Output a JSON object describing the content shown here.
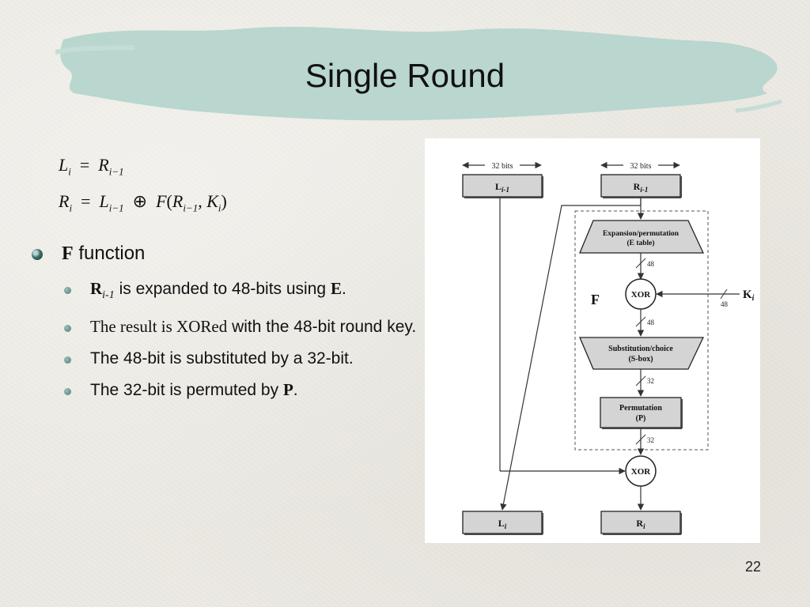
{
  "slide": {
    "title": "Single Round",
    "page_number": "22",
    "equations": [
      {
        "lhs": "L",
        "lhs_sub": "i",
        "parts": [
          "R",
          "i−1"
        ]
      },
      {
        "lhs": "R",
        "lhs_sub": "i",
        "parts": [
          "L",
          "i−1",
          "F",
          "R",
          "i−1",
          "K",
          "i"
        ]
      }
    ],
    "main_bullet": {
      "bold": "F",
      "text": "function"
    },
    "sub_bullets": {
      "b1": {
        "bold": "R",
        "sub": "i-1",
        "text": "is expanded to 48-bits using",
        "bold2": "E",
        "end": "."
      },
      "b2": {
        "serif_text": "The result is XORed",
        "text": "with the 48-bit round key."
      },
      "b3": {
        "text": "The 48-bit is substituted by a 32-bit."
      },
      "b4": {
        "text": "The 32-bit is permuted by",
        "bold": "P",
        "end": "."
      }
    }
  },
  "diagram": {
    "bits_left": "32 bits",
    "bits_right": "32 bits",
    "l_prev": "L",
    "r_prev": "R",
    "prev_sub": "i-1",
    "expansion_line1": "Expansion/permutation",
    "expansion_line2": "(E table)",
    "n48_a": "48",
    "xor1": "XOR",
    "f_label": "F",
    "n48_key": "48",
    "key": "K",
    "key_sub": "i",
    "n48_b": "48",
    "sbox_line1": "Substitution/choice",
    "sbox_line2": "(S-box)",
    "n32_a": "32",
    "perm_line1": "Permutation",
    "perm_line2": "(P)",
    "n32_b": "32",
    "xor2": "XOR",
    "l_out": "L",
    "r_out": "R",
    "out_sub": "i"
  },
  "colors": {
    "banner": "#b9d6cf",
    "box_fill": "#d4d4d4",
    "bullet": "#3e6d69"
  }
}
